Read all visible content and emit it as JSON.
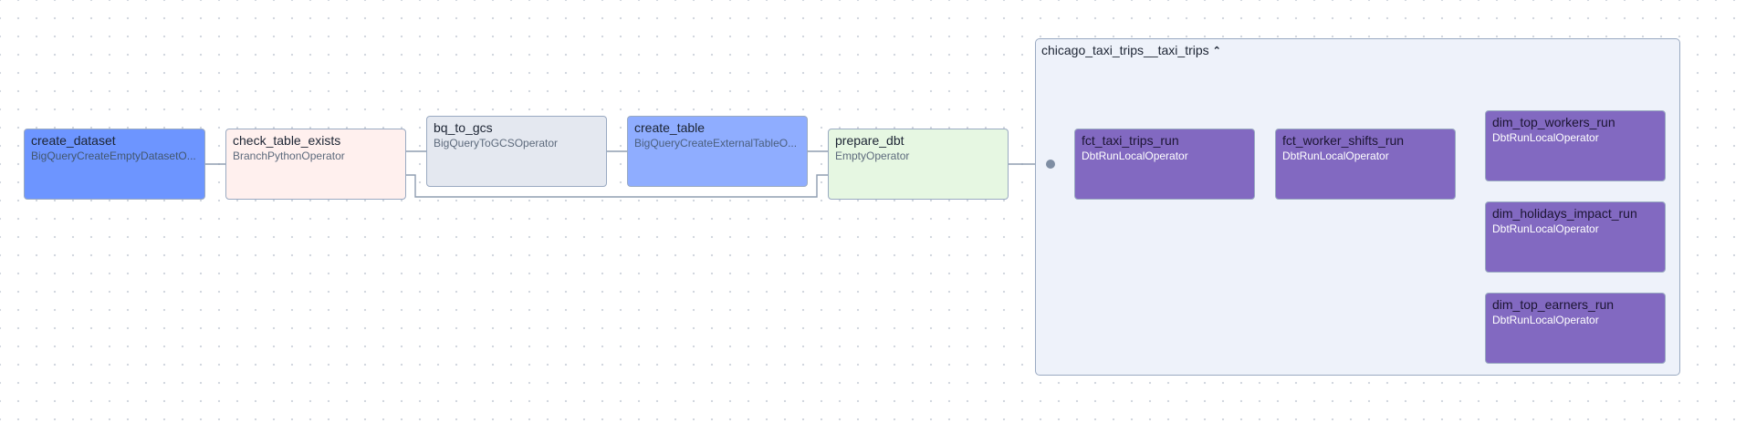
{
  "colors": {
    "edge": "#8f9db1",
    "create_dataset": "#6d95ff",
    "check_table_exists": "#fff0ee",
    "bq_to_gcs": "#e4e8f0",
    "create_table": "#8fadff",
    "prepare_dbt": "#e6f7e2",
    "dbt_task": "#8269c1",
    "group_bg": "#eef2fa"
  },
  "task_group": {
    "title": "chicago_taxi_trips__taxi_trips",
    "toggle_icon": "chevron-up-icon"
  },
  "nodes": {
    "create_dataset": {
      "name": "create_dataset",
      "operator": "BigQueryCreateEmptyDatasetO..."
    },
    "check_table_exists": {
      "name": "check_table_exists",
      "operator": "BranchPythonOperator"
    },
    "bq_to_gcs": {
      "name": "bq_to_gcs",
      "operator": "BigQueryToGCSOperator"
    },
    "create_table": {
      "name": "create_table",
      "operator": "BigQueryCreateExternalTableO..."
    },
    "prepare_dbt": {
      "name": "prepare_dbt",
      "operator": "EmptyOperator"
    },
    "fct_taxi_trips_run": {
      "name": "fct_taxi_trips_run",
      "operator": "DbtRunLocalOperator"
    },
    "fct_worker_shifts_run": {
      "name": "fct_worker_shifts_run",
      "operator": "DbtRunLocalOperator"
    },
    "dim_top_workers_run": {
      "name": "dim_top_workers_run",
      "operator": "DbtRunLocalOperator"
    },
    "dim_holidays_impact_run": {
      "name": "dim_holidays_impact_run",
      "operator": "DbtRunLocalOperator"
    },
    "dim_top_earners_run": {
      "name": "dim_top_earners_run",
      "operator": "DbtRunLocalOperator"
    }
  }
}
